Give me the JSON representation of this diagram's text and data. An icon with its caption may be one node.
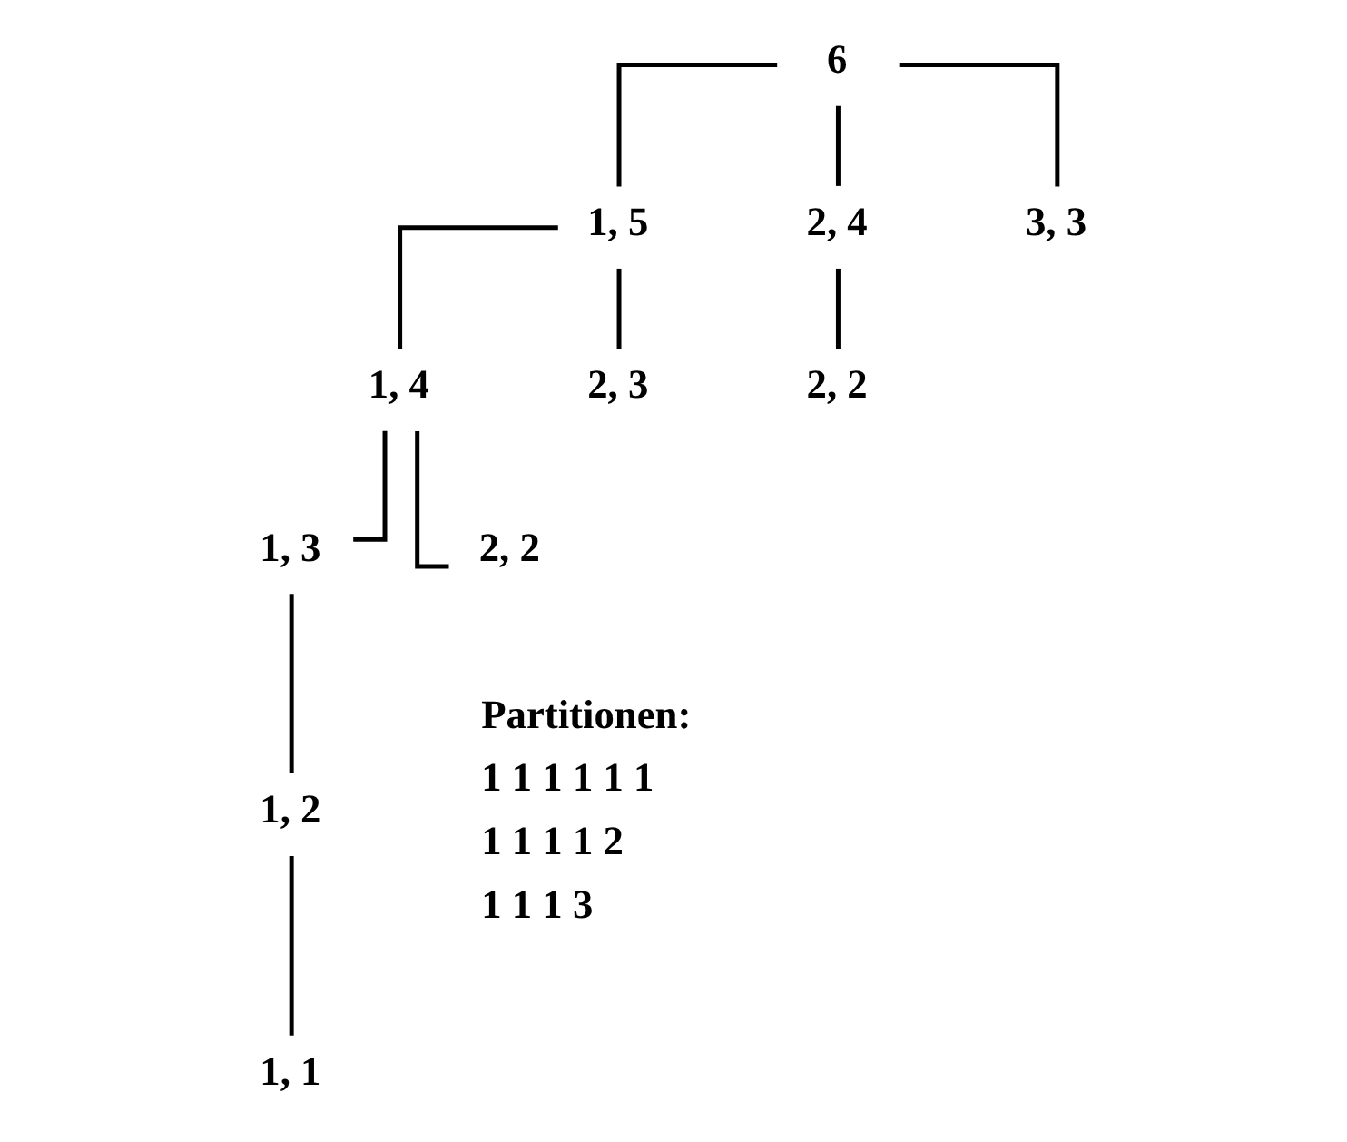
{
  "diagram": {
    "nodes": [
      {
        "text": [
          "6"
        ]
      },
      {
        "text": [
          "1, 5"
        ]
      },
      {
        "text": [
          "2, 4"
        ]
      },
      {
        "text": [
          "3, 3"
        ]
      },
      {
        "text": [
          "1, 4"
        ]
      },
      {
        "text": [
          "2, 3"
        ]
      },
      {
        "text": [
          "2, 2"
        ]
      },
      {
        "text": [
          "1, 3"
        ]
      },
      {
        "text": [
          "2, 2"
        ]
      },
      {
        "text": [
          "1, 2"
        ]
      },
      {
        "text": [
          "1, 1"
        ]
      }
    ],
    "edges": [
      {
        "from": 0,
        "to": 1,
        "arrow": "none"
      },
      {
        "from": 0,
        "to": 2,
        "arrow": "none"
      },
      {
        "from": 0,
        "to": 3,
        "arrow": "none"
      },
      {
        "from": 1,
        "to": 4,
        "arrow": "none"
      },
      {
        "from": 1,
        "to": 5,
        "arrow": "none"
      },
      {
        "from": 2,
        "to": 6,
        "arrow": "none"
      },
      {
        "from": 4,
        "to": 7,
        "arrow": "none"
      },
      {
        "from": 4,
        "to": 8,
        "arrow": "none"
      },
      {
        "from": 7,
        "to": 9,
        "arrow": "none"
      },
      {
        "from": 9,
        "to": 10,
        "arrow": "none"
      }
    ],
    "labels": [
      "Partitionen:",
      "1 1 1 1 1 1",
      "1 1 1 1 2",
      "1 1 1 3"
    ]
  }
}
